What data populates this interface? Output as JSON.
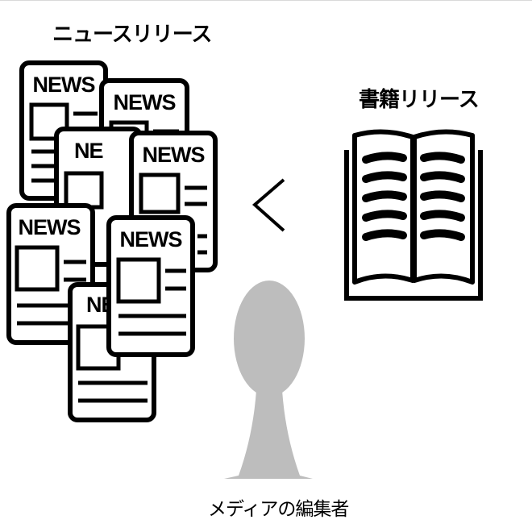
{
  "labels": {
    "news_release": "ニュースリリース",
    "book_release": "書籍リリース",
    "media_editor": "メディアの編集者",
    "comparison_symbol": "<"
  },
  "news_cards": [
    {
      "text": "NEWS"
    },
    {
      "text": "NEWS"
    },
    {
      "text": "NE"
    },
    {
      "text": "NEWS"
    },
    {
      "text": "NEWS"
    },
    {
      "text": "NE"
    },
    {
      "text": "NEWS"
    }
  ],
  "colors": {
    "stroke": "#000000",
    "person": "#bdbdbd",
    "background": "#ffffff"
  }
}
